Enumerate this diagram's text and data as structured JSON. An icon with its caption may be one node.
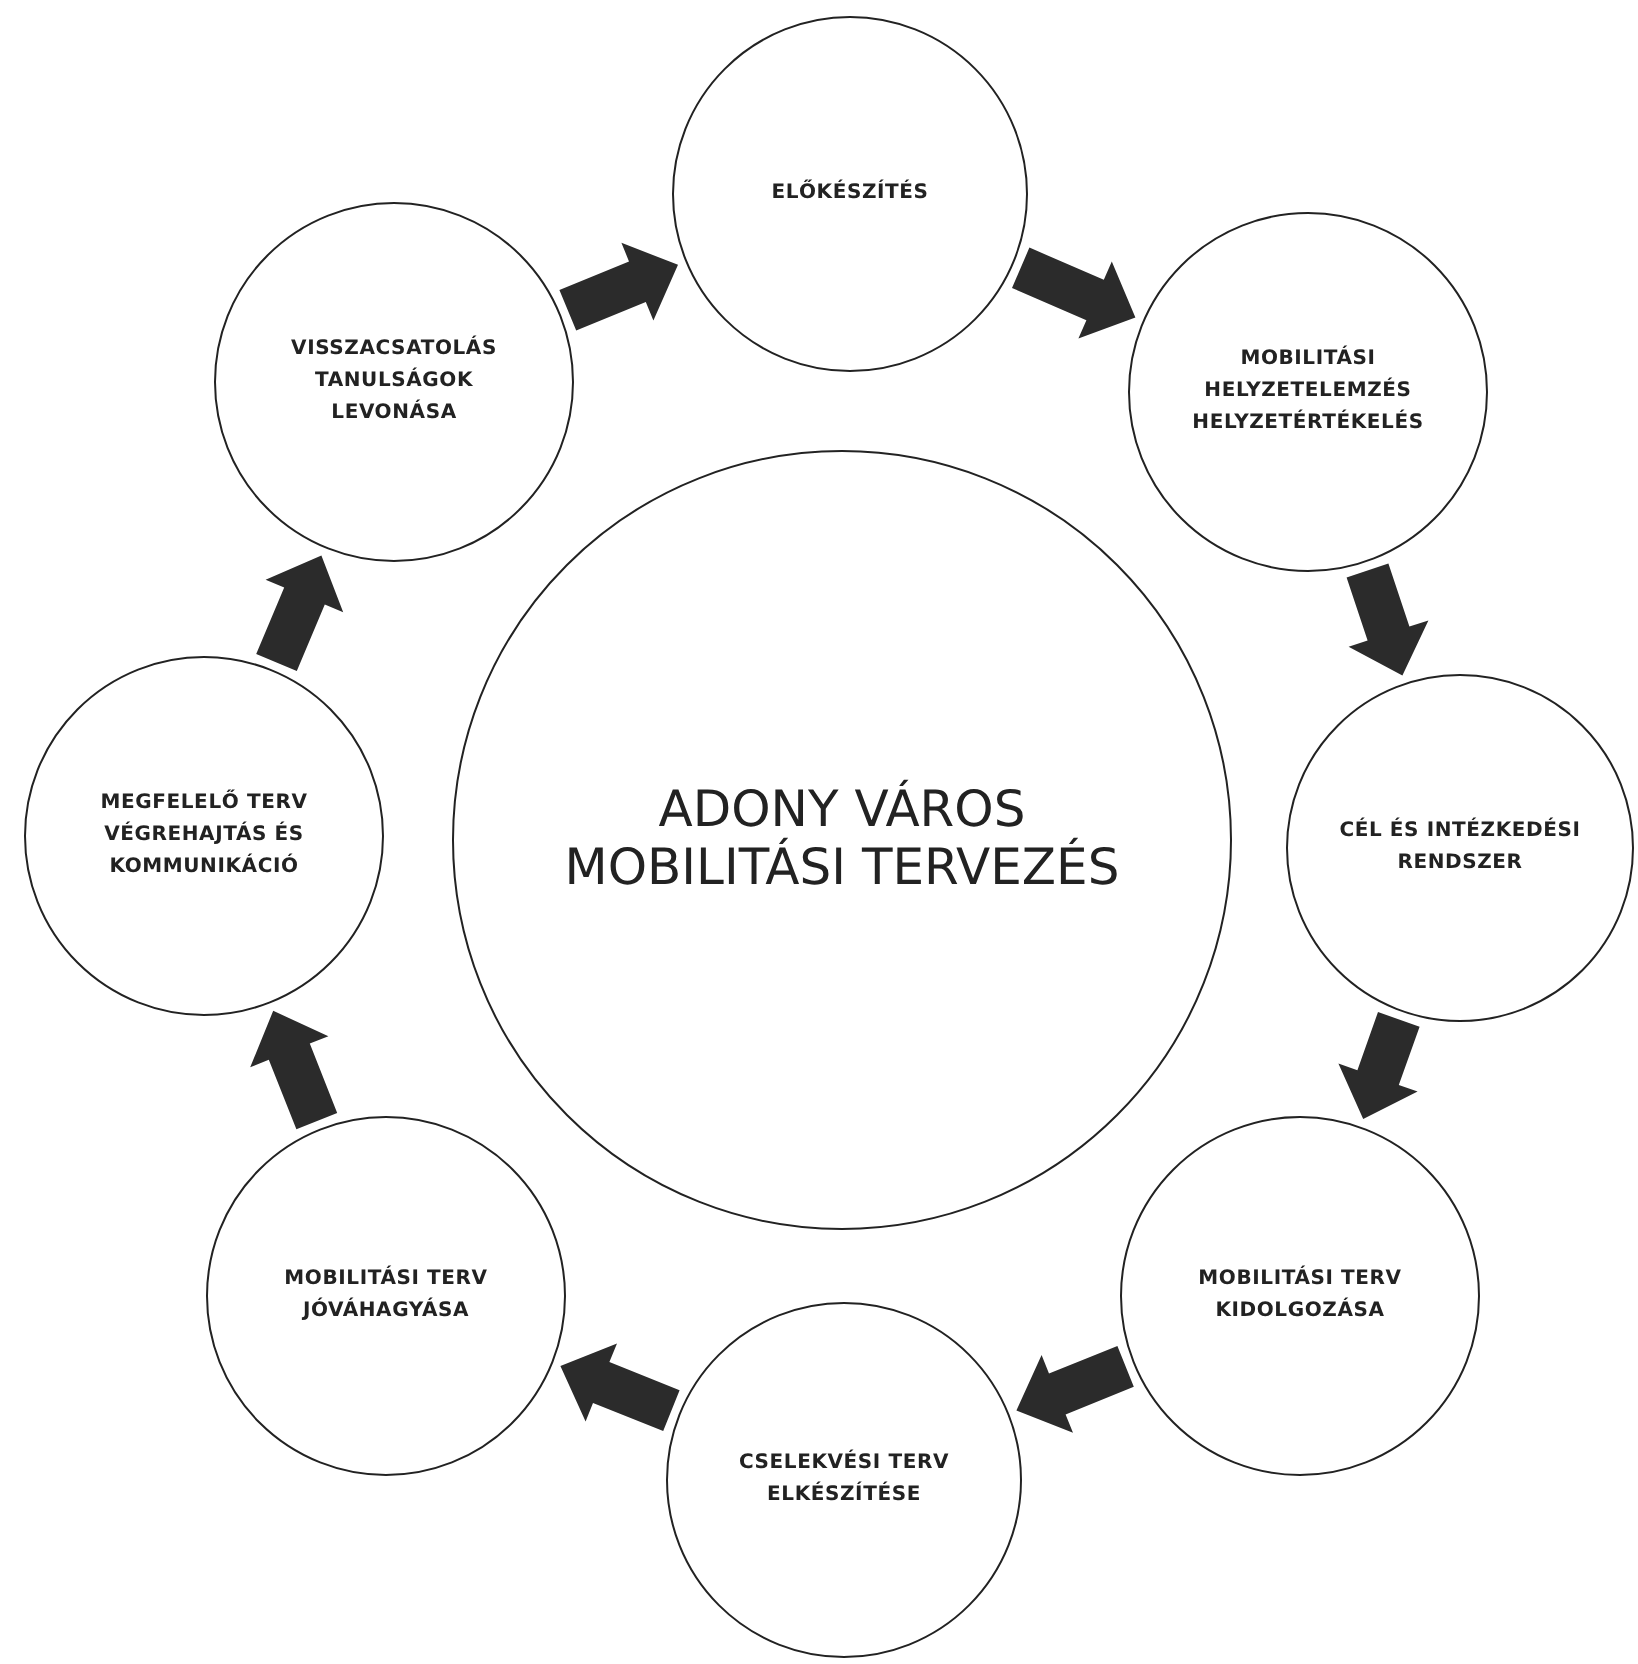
{
  "diagram": {
    "nodes": [
      {
        "text": [
          "ADONY VÁROS MOBILITÁSI TERVEZÉS"
        ]
      },
      {
        "text": [
          "ELŐKÉSZÍTÉS"
        ]
      },
      {
        "text": [
          "MOBILITÁSI HELYZETELEMZÉS HELYZETÉRTÉKELÉS"
        ]
      },
      {
        "text": [
          "CÉL ÉS INTÉZKEDÉSI RENDSZER"
        ]
      },
      {
        "text": [
          "MOBILITÁSI TERV KIDOLGOZÁSA"
        ]
      },
      {
        "text": [
          "CSELEKVÉSI TERV ELKÉSZÍTÉSE"
        ]
      },
      {
        "text": [
          "MOBILITÁSI TERV JÓVÁHAGYÁSA"
        ]
      },
      {
        "text": [
          "MEGFELELŐ TERV VÉGREHAJTÁS ÉS KOMMUNIKÁCIÓ"
        ]
      },
      {
        "text": [
          "VISSZACSATOLÁS TANULSÁGOK LEVONÁSA"
        ]
      }
    ],
    "edges": [
      {
        "from": 1,
        "to": 2,
        "arrow": "to"
      },
      {
        "from": 2,
        "to": 3,
        "arrow": "to"
      },
      {
        "from": 3,
        "to": 4,
        "arrow": "to"
      },
      {
        "from": 4,
        "to": 5,
        "arrow": "to"
      },
      {
        "from": 5,
        "to": 6,
        "arrow": "to"
      },
      {
        "from": 6,
        "to": 7,
        "arrow": "to"
      },
      {
        "from": 7,
        "to": 8,
        "arrow": "to"
      },
      {
        "from": 8,
        "to": 1,
        "arrow": "to"
      }
    ]
  }
}
